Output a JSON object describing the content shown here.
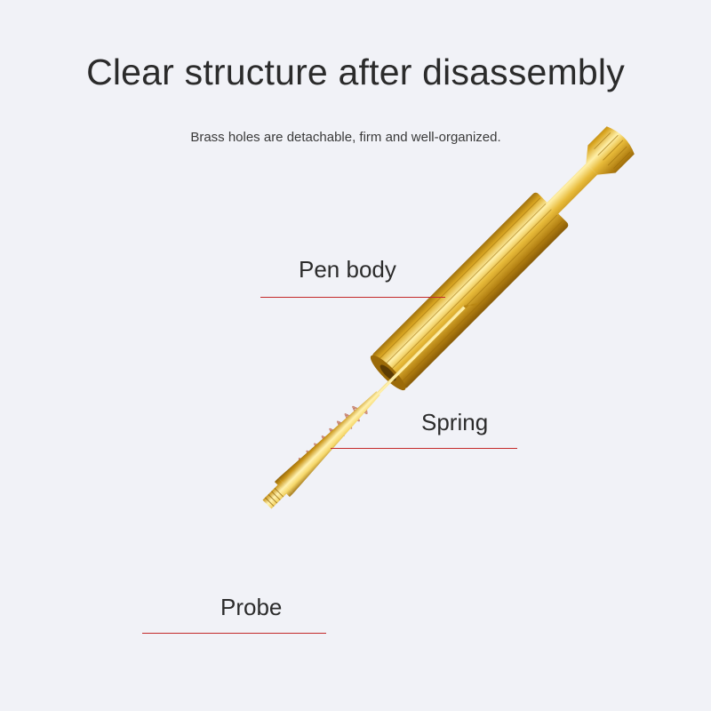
{
  "title": "Clear structure after disassembly",
  "subtitle": "Brass holes are detachable, firm and well-organized.",
  "labels": {
    "pen_body": "Pen body",
    "spring": "Spring",
    "probe": "Probe"
  },
  "colors": {
    "background": "#f1f2f7",
    "gold": "#d9a520",
    "leader_line": "#c42a2a",
    "spring": "#b86a55"
  }
}
